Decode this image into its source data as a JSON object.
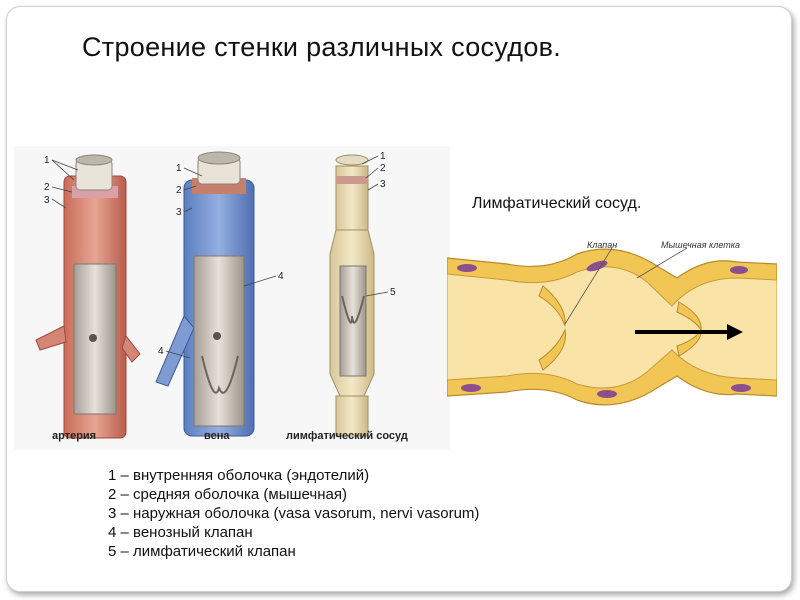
{
  "title": "Строение стенки различных сосудов.",
  "left_figure": {
    "vessels": [
      {
        "label": "артерия"
      },
      {
        "label": "вена"
      },
      {
        "label": "лимфатический сосуд"
      }
    ],
    "callouts": [
      "1",
      "2",
      "3",
      "4",
      "5"
    ]
  },
  "right_figure": {
    "title": "Лимфатический сосуд.",
    "labels": {
      "valve": "Клапан",
      "muscle_cell": "Мышечная клетка"
    },
    "colors": {
      "vessel_outer": "#f2c655",
      "vessel_inner": "#f7dd8e",
      "muscle": "#8c4f8e",
      "flow_arrow": "#000000"
    }
  },
  "legend": [
    "1 – внутренняя оболочка (эндотелий)",
    "2 – средняя оболочка (мышечная)",
    "3 – наружная оболочка (vasa vasorum, nervi vasorum)",
    "4 – венозный клапан",
    "5 – лимфатический клапан"
  ]
}
